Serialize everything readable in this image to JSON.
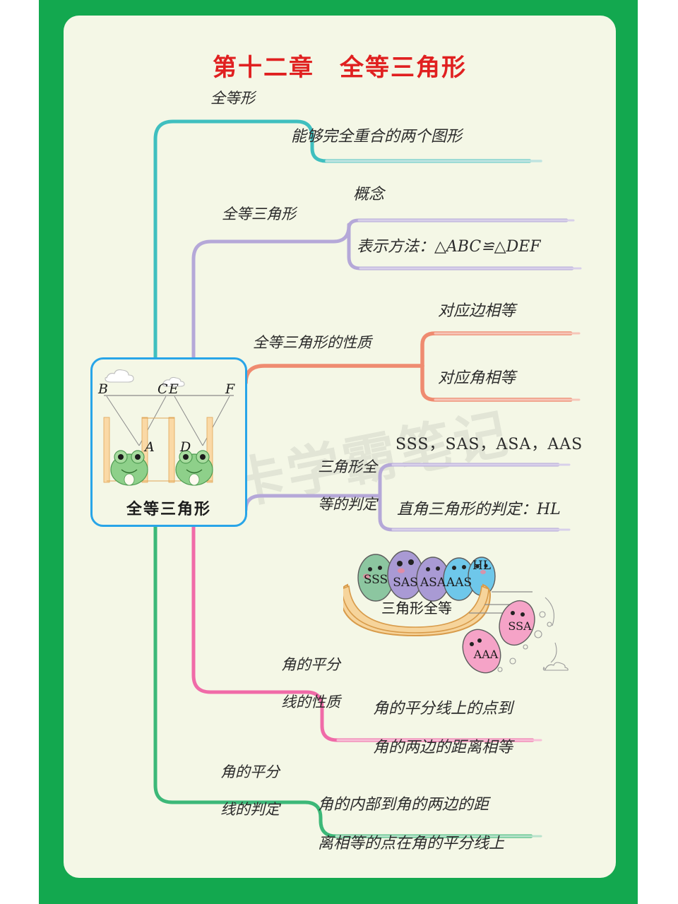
{
  "page": {
    "title": "第十二章　全等三角形",
    "watermark": "绿卡学霸笔记",
    "frame_color": "#13a84f",
    "sheet_color": "#f4f7e6",
    "title_color": "#e02020"
  },
  "central_node": {
    "caption": "全等三角形",
    "border_color": "#28a5e8",
    "illustration": {
      "name": "frogs-on-swings-congruent-triangles",
      "point_labels": [
        "B",
        "C",
        "E",
        "F",
        "A",
        "D"
      ]
    }
  },
  "branches": [
    {
      "id": "congruent-figures",
      "label": "全等形",
      "color": "#3fbfbf",
      "leaves": [
        {
          "text": "能够完全重合的两个图形"
        }
      ]
    },
    {
      "id": "congruent-triangles",
      "label": "全等三角形",
      "color": "#b5a8d8",
      "leaves": [
        {
          "text": "概念"
        },
        {
          "text": "表示方法：△ABC≌△DEF"
        }
      ]
    },
    {
      "id": "properties",
      "label": "全等三角形的性质",
      "color": "#ef8b70",
      "leaves": [
        {
          "text": "对应边相等"
        },
        {
          "text": "对应角相等"
        }
      ]
    },
    {
      "id": "criteria",
      "label_line1": "三角形全",
      "label_line2": "等的判定",
      "color": "#b5a8d8",
      "leaves": [
        {
          "text": "SSS，SAS，ASA，AAS"
        },
        {
          "text": "直角三角形的判定：HL"
        }
      ]
    },
    {
      "id": "bisector-property",
      "label_line1": "角的平分",
      "label_line2": "线的性质",
      "color": "#f06ba8",
      "leaves": [
        {
          "line1": "角的平分线上的点到",
          "line2": "角的两边的距离相等"
        }
      ]
    },
    {
      "id": "bisector-criterion",
      "label_line1": "角的平分",
      "label_line2": "线的判定",
      "color": "#3cb878",
      "leaves": [
        {
          "line1": "角的内部到角的两边的距",
          "line2": "离相等的点在角的平分线上"
        }
      ]
    }
  ],
  "cartoon": {
    "boat_label": "三角形全等",
    "in_boat": [
      "SSS",
      "SAS",
      "ASA",
      "AAS",
      "HL"
    ],
    "fallen_out": [
      "SSA",
      "AAA"
    ],
    "colors": {
      "boat": "#f6d49b",
      "sss": "#8cc6a0",
      "sas": "#a99ad4",
      "asa": "#a99ad4",
      "aas": "#6ec7ea",
      "hl": "#6ec7ea",
      "ssa": "#f5a3c7",
      "aaa": "#f5a3c7"
    }
  }
}
